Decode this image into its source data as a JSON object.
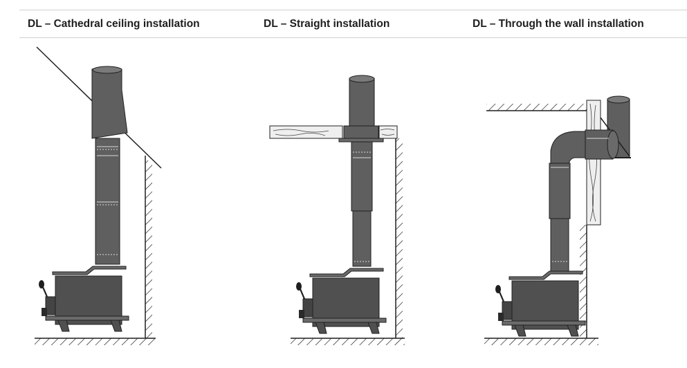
{
  "headings": {
    "cathedral": "DL – Cathedral ceiling installation",
    "straight": "DL – Straight installation",
    "through_wall": "DL – Through the wall installation"
  },
  "colors": {
    "pipe": "#5f5f5f",
    "pipe_dark": "#4a4a4a",
    "stove": "#505050",
    "outline": "#1f1f1f",
    "wood": "#efefef",
    "heading_text": "#1e1e1e"
  }
}
